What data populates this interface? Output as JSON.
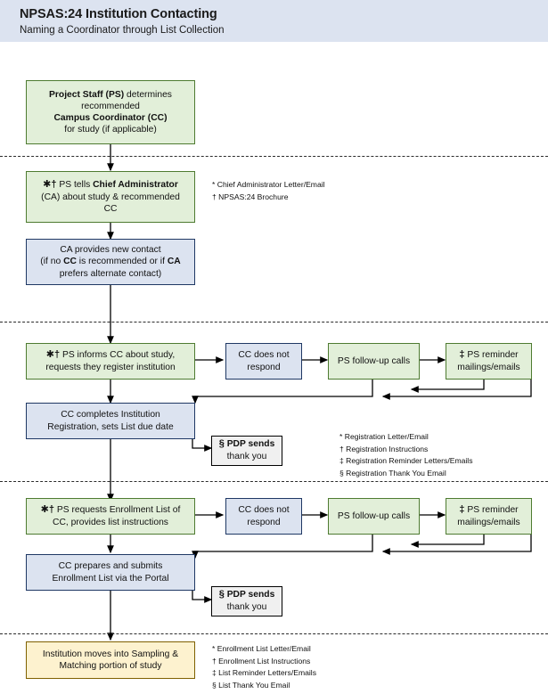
{
  "header": {
    "title": "NPSAS:24 Institution Contacting",
    "subtitle": "Naming a Coordinator through List Collection",
    "band_color": "#dce3f0"
  },
  "palette": {
    "green_fill": "#e2efd9",
    "green_border": "#4e7b31",
    "blue_fill": "#dce3f0",
    "blue_border": "#1f3864",
    "gray_fill": "#f0f0f0",
    "gray_border": "#000000",
    "tan_fill": "#fdf2cf",
    "tan_border": "#7f6000",
    "divider": "#2b2b2b"
  },
  "symbols": {
    "asterisk": "✱",
    "dagger": "†",
    "double_dagger": "‡",
    "section": "§"
  },
  "nodes": {
    "ps_determines": {
      "line1_bold": "Project Staff (PS)",
      "line1_rest": " determines",
      "line2": "recommended",
      "line3_bold": "Campus Coordinator (CC)",
      "line4": "for study (if applicable)",
      "type": "green"
    },
    "ps_tells_ca": {
      "marks": "✱†",
      "line1_pre": " PS tells ",
      "line1_bold": "Chief Administrator",
      "line2": "(CA) about study & recommended",
      "line3": "CC",
      "type": "green"
    },
    "ca_new_contact": {
      "line1": "CA provides new contact",
      "line2_a": "(if no ",
      "line2_b": "CC",
      "line2_c": " is recommended or if ",
      "line2_d": "CA",
      "line3": "prefers alternate contact)",
      "type": "blue"
    },
    "ps_informs_cc": {
      "marks": "✱†",
      "line1": " PS informs CC about study,",
      "line2": "requests they register institution",
      "type": "green"
    },
    "cc_no_respond_1": {
      "line1": "CC does not",
      "line2": "respond",
      "type": "blue"
    },
    "ps_followup_1": {
      "line1": "PS follow-up calls",
      "type": "green"
    },
    "ps_reminder_1": {
      "marks": "‡",
      "line1": " PS reminder",
      "line2": "mailings/emails",
      "type": "green"
    },
    "cc_completes_reg": {
      "line1": "CC completes Institution",
      "line2": "Registration, sets List due date",
      "type": "blue"
    },
    "pdp_thanks_1": {
      "marks": "§",
      "line1": " PDP sends",
      "line2": "thank you",
      "type": "gray"
    },
    "ps_requests_list": {
      "marks": "✱†",
      "line1": " PS requests Enrollment List of",
      "line2": "CC, provides list instructions",
      "type": "green"
    },
    "cc_no_respond_2": {
      "line1": "CC does not",
      "line2": "respond",
      "type": "blue"
    },
    "ps_followup_2": {
      "line1": "PS follow-up calls",
      "type": "green"
    },
    "ps_reminder_2": {
      "marks": "‡",
      "line1": " PS reminder",
      "line2": "mailings/emails",
      "type": "green"
    },
    "cc_submits_list": {
      "line1": "CC prepares and submits",
      "line2": "Enrollment List via the Portal",
      "type": "blue"
    },
    "pdp_thanks_2": {
      "marks": "§",
      "line1": " PDP sends",
      "line2": "thank you",
      "type": "gray"
    },
    "institution_sampling": {
      "line1": "Institution moves into Sampling &",
      "line2": "Matching portion of study",
      "type": "tan"
    }
  },
  "legends": {
    "contacting": [
      "* Chief Administrator Letter/Email",
      "† NPSAS:24 Brochure"
    ],
    "registration": [
      "* Registration Letter/Email",
      "† Registration Instructions",
      "‡ Registration Reminder Letters/Emails",
      "§ Registration Thank You Email"
    ],
    "enrollment": [
      "* Enrollment List Letter/Email",
      "† Enrollment List Instructions",
      "‡ List Reminder Letters/Emails",
      "§ List Thank You Email"
    ]
  }
}
